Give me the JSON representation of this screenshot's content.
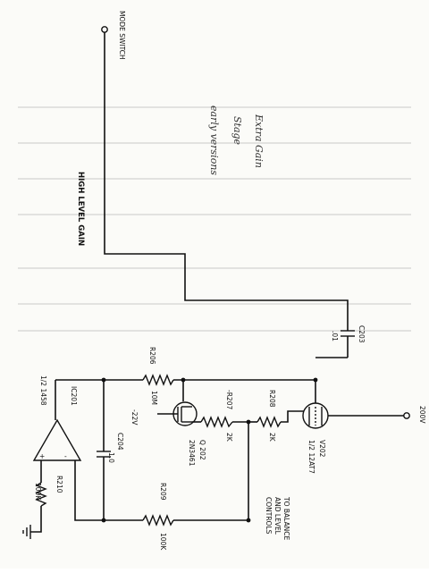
{
  "labels": {
    "mode_switch": "MODE SWITCH",
    "high_level_gain": "HIGH LEVEL GAIN",
    "note_line1": "Extra Gain",
    "note_line2": "Stage",
    "note_line3": "early versions",
    "c203_name": "C203",
    "c203_value": ".01",
    "r206_name": "R206",
    "r206_value": "10M",
    "r207_name": "-R207",
    "r207_value": "2K",
    "r208_name": "R208",
    "r208_value": "2K",
    "r209_name": "R209",
    "r209_value": "100K",
    "r210_name": "R210",
    "r210_value": "100K",
    "c204_name": "C204",
    "c204_value": "1.0",
    "ic201_name": "IC201",
    "ic201_type": "1/2 1458",
    "q202_name": "Q 202",
    "q202_type": "2N3461",
    "v202_name": "V202",
    "v202_type": "1/2 12AT7",
    "neg_supply": "-22V",
    "b_plus": "200V",
    "to_balance_1": "TO BALANCE",
    "to_balance_2": "AND LEVEL",
    "to_balance_3": "CONTROLS",
    "op_plus": "+",
    "op_minus": "-"
  }
}
